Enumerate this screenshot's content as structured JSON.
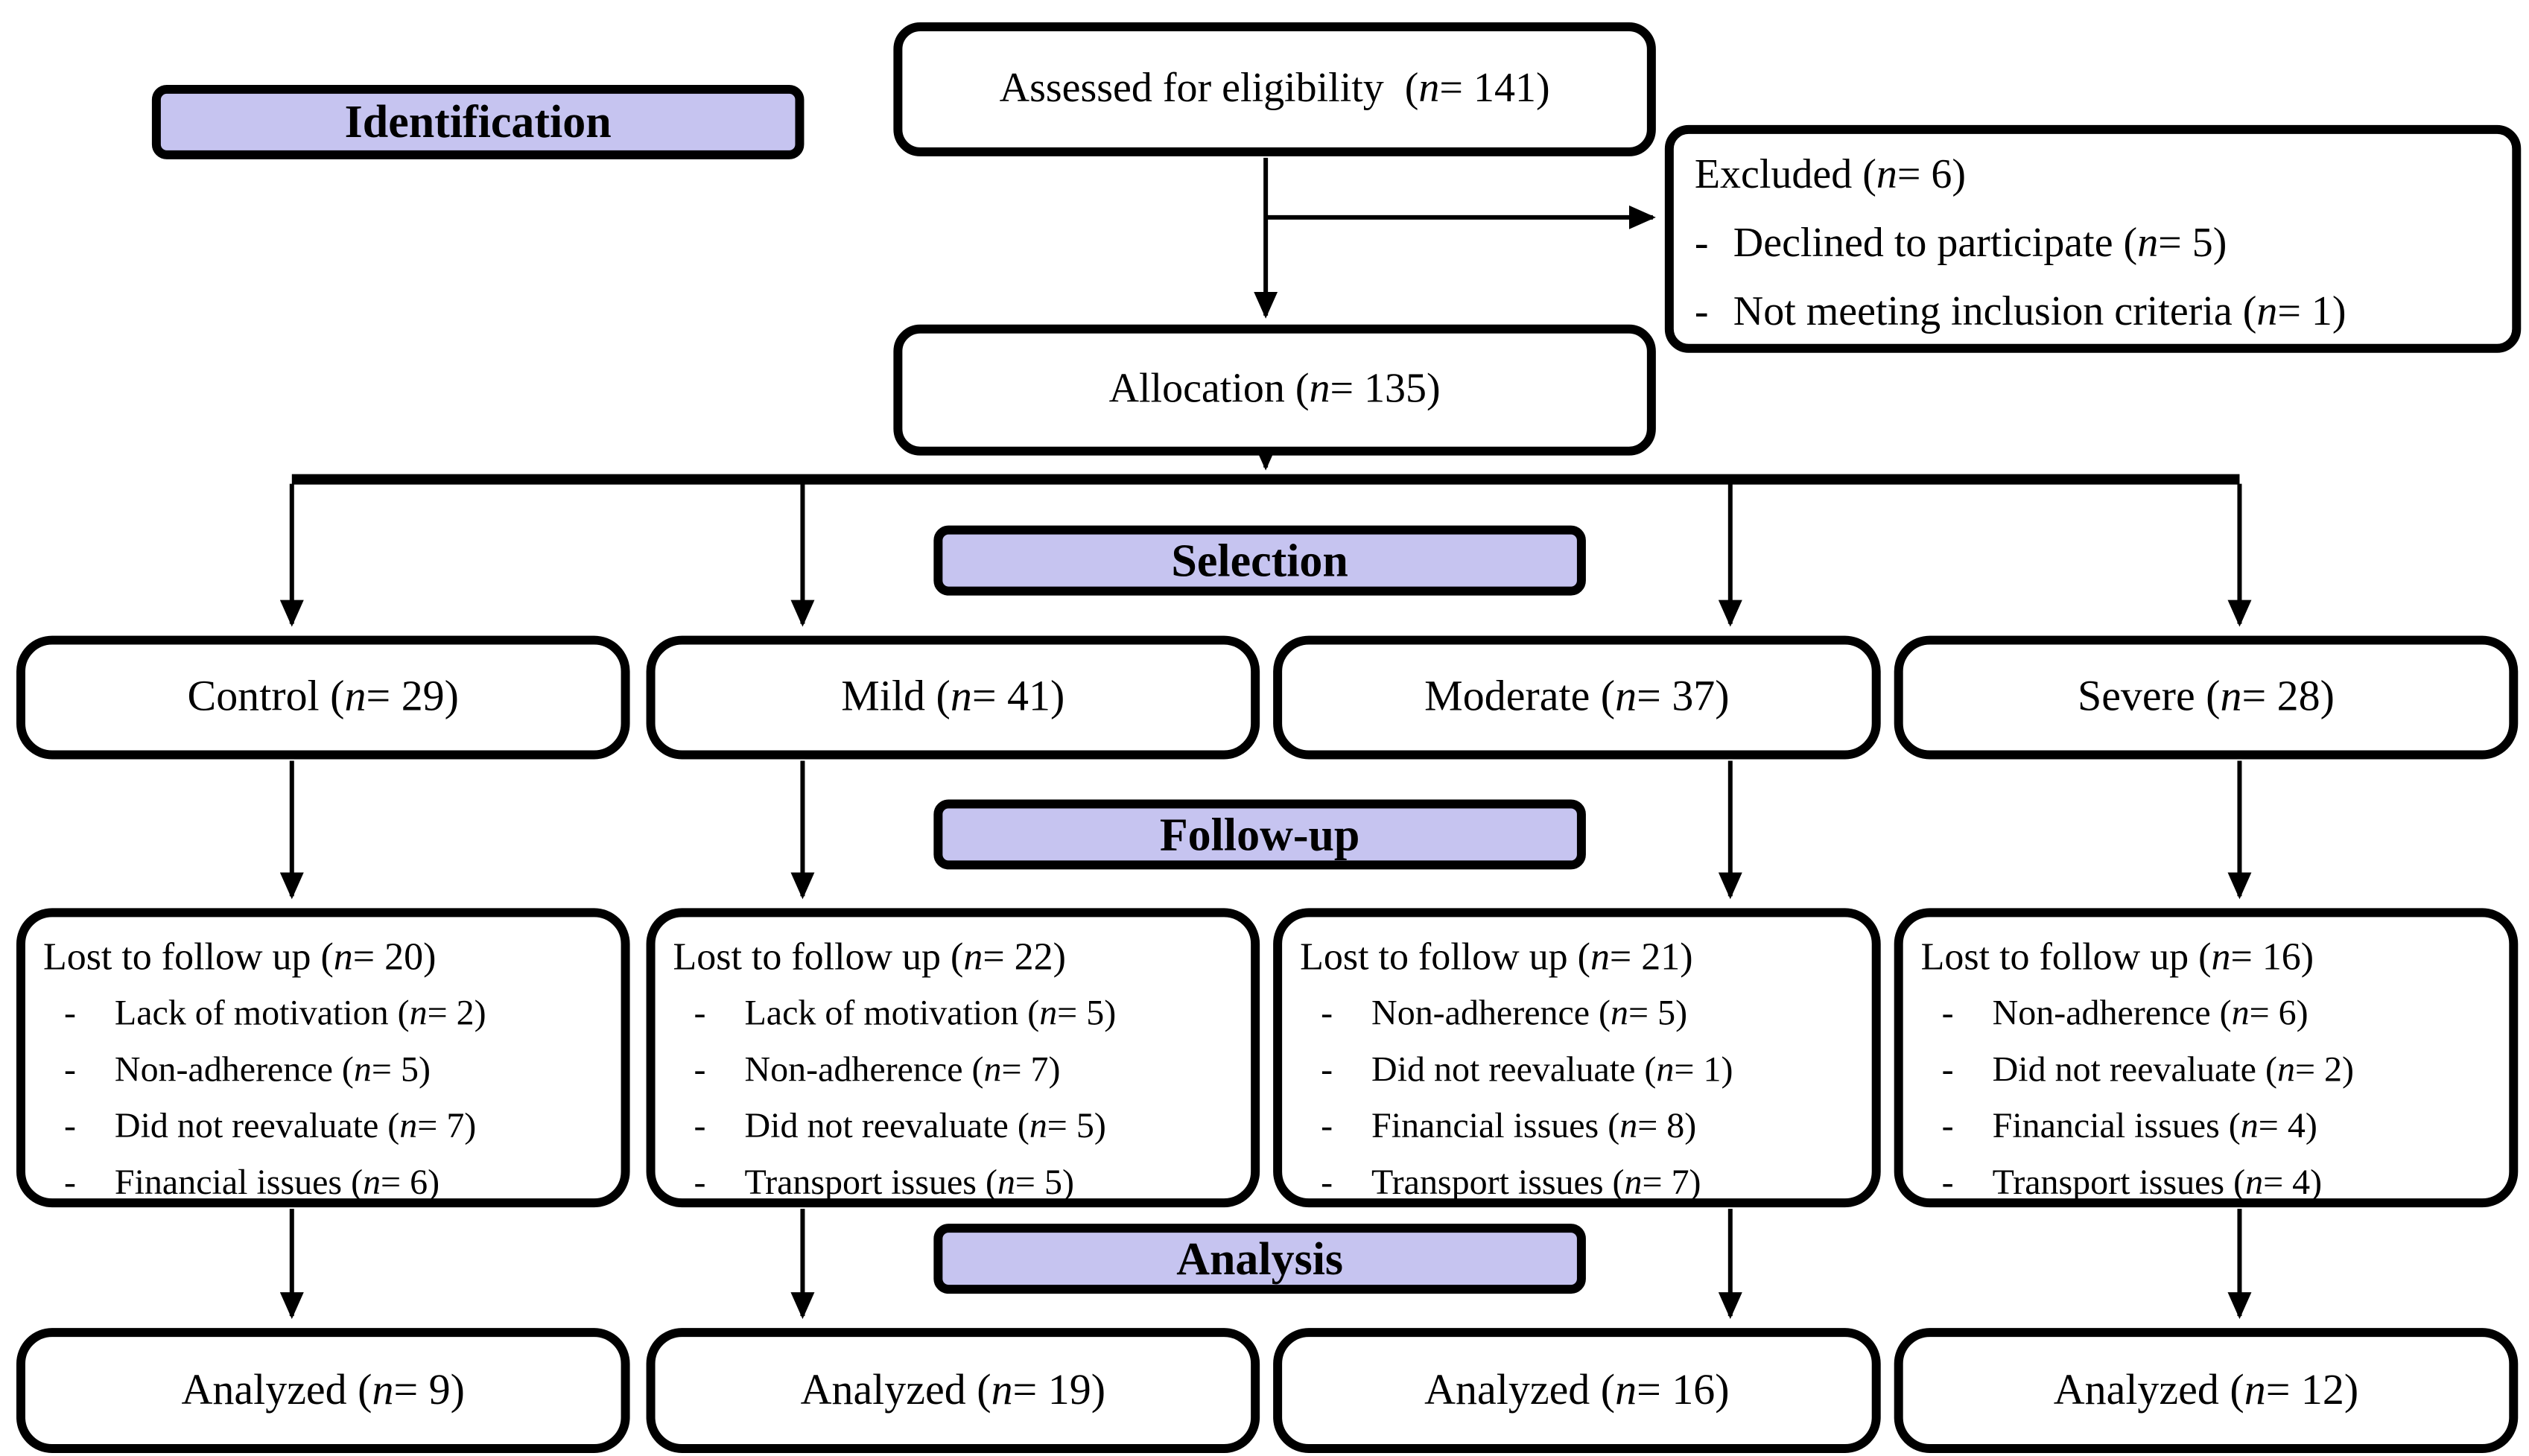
{
  "diagram": {
    "n_symbol": "n",
    "bullet": "-",
    "colors": {
      "badge_fill": "#c6c4f0",
      "box_fill": "#ffffff",
      "line_color": "#000000",
      "text_color": "#000000"
    },
    "stages": {
      "identification": "Identification",
      "selection": "Selection",
      "follow_up": "Follow-up",
      "analysis": "Analysis"
    },
    "assessed": {
      "label": "Assessed for eligibility",
      "n": "141"
    },
    "excluded": {
      "label": "Excluded",
      "n": "6",
      "reasons": [
        {
          "label": "Declined to participate",
          "n": "5"
        },
        {
          "label": "Not meeting inclusion  criteria",
          "n": "1"
        }
      ]
    },
    "allocation": {
      "label": "Allocation",
      "n": "135"
    },
    "groups": [
      {
        "label": "Control",
        "n": "29"
      },
      {
        "label": "Mild",
        "n": "41"
      },
      {
        "label": "Moderate",
        "n": "37"
      },
      {
        "label": "Severe",
        "n": "28"
      }
    ],
    "lost_to_follow_up": [
      {
        "label": "Lost to follow up",
        "n": "20",
        "reasons": [
          {
            "label": "Lack of motivation",
            "n": "2"
          },
          {
            "label": "Non-adherence",
            "n": "5"
          },
          {
            "label": "Did not reevaluate",
            "n": "7"
          },
          {
            "label": "Financial issues",
            "n": "6"
          }
        ]
      },
      {
        "label": "Lost to follow up",
        "n": "22",
        "reasons": [
          {
            "label": "Lack of motivation",
            "n": "5"
          },
          {
            "label": "Non-adherence",
            "n": "7"
          },
          {
            "label": "Did not reevaluate",
            "n": "5"
          },
          {
            "label": "Transport issues",
            "n": "5"
          }
        ]
      },
      {
        "label": "Lost to follow up",
        "n": "21",
        "reasons": [
          {
            "label": "Non-adherence",
            "n": "5"
          },
          {
            "label": "Did not reevaluate",
            "n": "1"
          },
          {
            "label": "Financial issues",
            "n": "8"
          },
          {
            "label": "Transport issues",
            "n": "7"
          }
        ]
      },
      {
        "label": "Lost to follow up",
        "n": "16",
        "reasons": [
          {
            "label": "Non-adherence",
            "n": "6"
          },
          {
            "label": "Did not reevaluate",
            "n": "2"
          },
          {
            "label": "Financial issues",
            "n": "4"
          },
          {
            "label": "Transport issues",
            "n": "4"
          }
        ]
      }
    ],
    "analyzed": [
      {
        "label": "Analyzed",
        "n": "9"
      },
      {
        "label": "Analyzed",
        "n": "19"
      },
      {
        "label": "Analyzed",
        "n": "16"
      },
      {
        "label": "Analyzed",
        "n": "12"
      }
    ]
  }
}
